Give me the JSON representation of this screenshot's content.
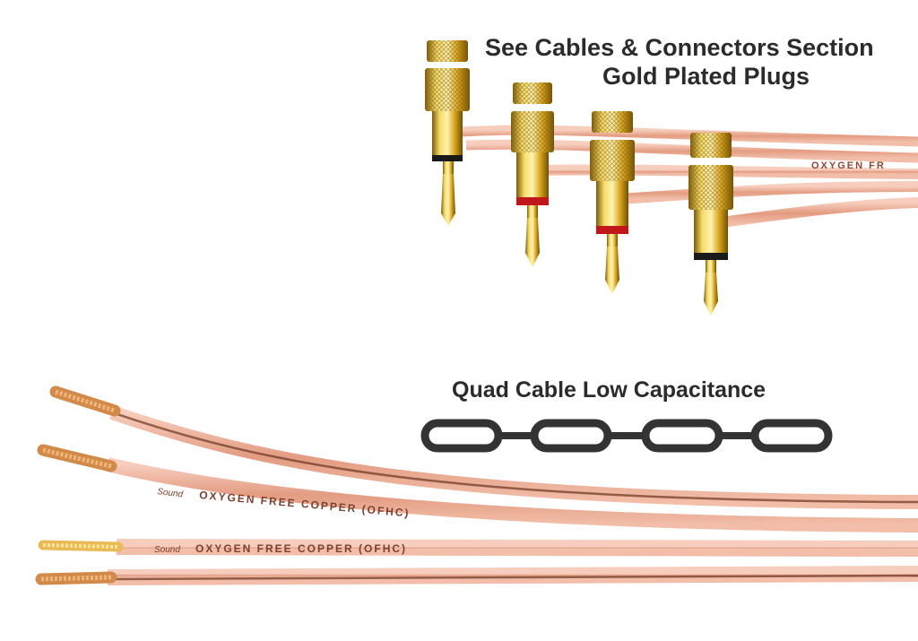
{
  "captions": {
    "line1": "See Cables & Connectors Section",
    "line2": "Gold Plated Plugs",
    "quad": "Quad Cable Low Capacitance"
  },
  "cable_print": {
    "main": "OXYGEN FREE COPPER (OFHC)",
    "brand": "Sound",
    "upper": "OXYGEN FR"
  },
  "colors": {
    "background": "#ffffff",
    "text": "#2b2b2b",
    "copper": "#e9a98f",
    "gold": "#e0b020",
    "chain": "#333333"
  },
  "icons": [
    "quad-chain-icon",
    "banana-plug-icon",
    "speaker-cable-icon"
  ]
}
